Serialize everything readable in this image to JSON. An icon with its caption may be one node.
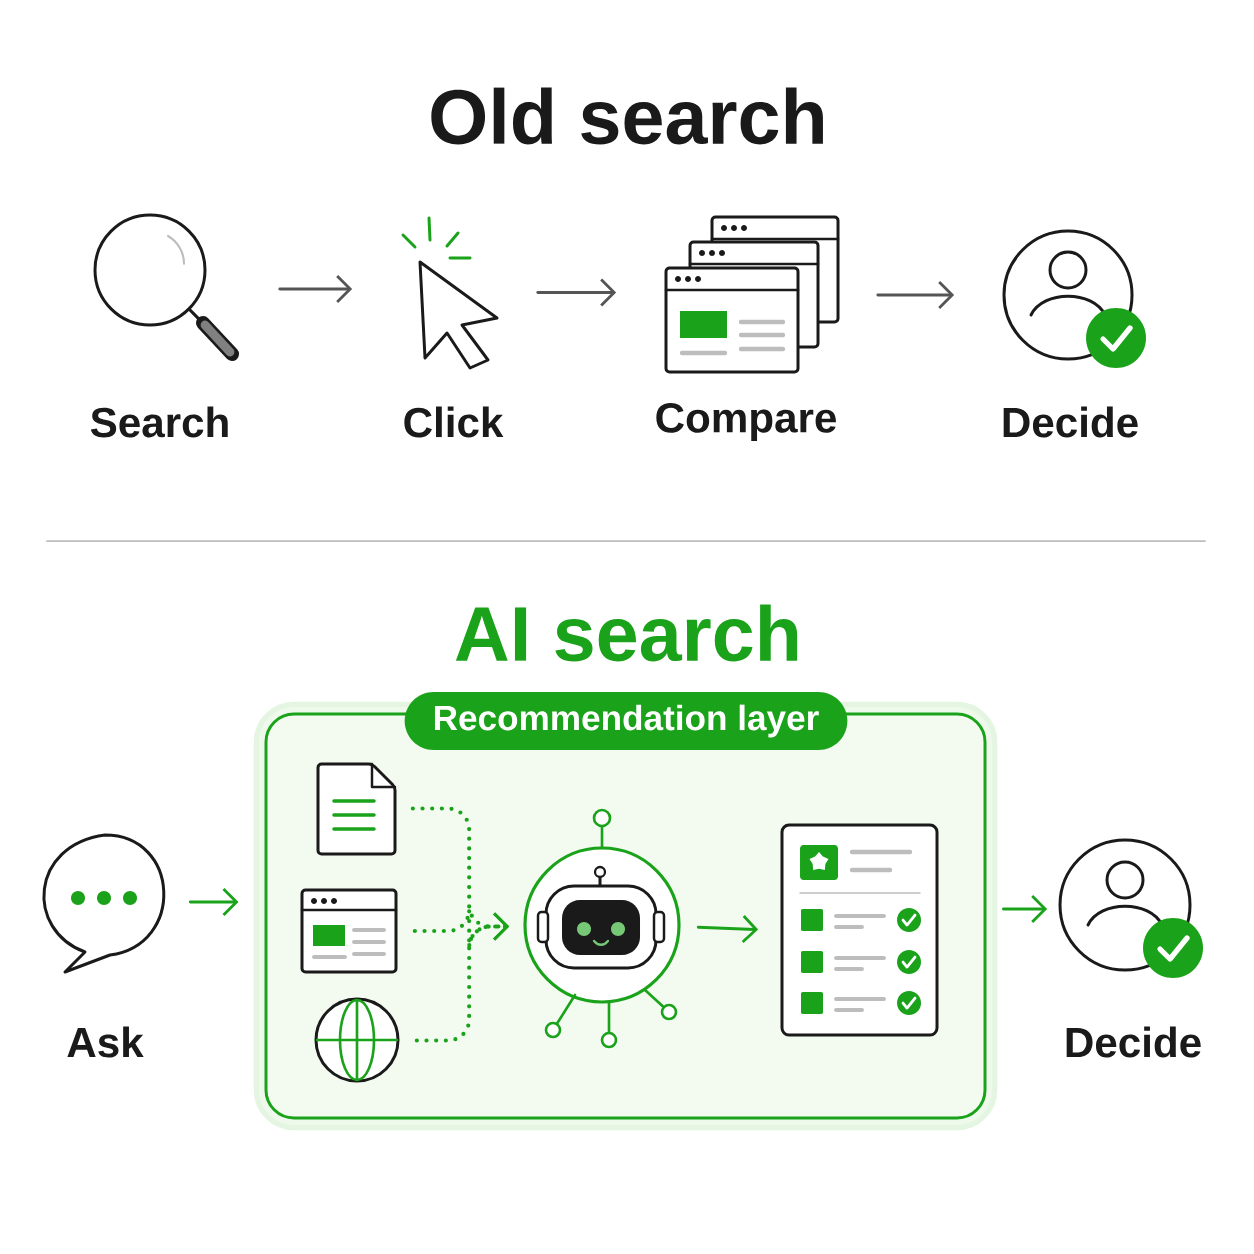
{
  "diagram": {
    "nodes": [
      {
        "text": [
          "Search"
        ]
      },
      {
        "text": [
          "Click"
        ]
      },
      {
        "text": [
          "Compare"
        ]
      },
      {
        "text": [
          "Decide"
        ]
      },
      {
        "text": [
          "Ask"
        ]
      },
      {
        "text": [
          "Recommendation layer"
        ]
      },
      {
        "text": [],
        "shape": "document",
        "in": 5
      },
      {
        "text": [],
        "shape": "window",
        "in": 5
      },
      {
        "text": [],
        "shape": "globe",
        "in": 5
      },
      {
        "text": [],
        "shape": "robot",
        "in": 5
      },
      {
        "text": [],
        "shape": "list",
        "in": 5
      },
      {
        "text": [
          "Decide"
        ]
      }
    ],
    "edges": [
      {
        "from": 0,
        "to": 1,
        "arrow": "to",
        "color": "#555555"
      },
      {
        "from": 1,
        "to": 2,
        "arrow": "to",
        "color": "#555555"
      },
      {
        "from": 2,
        "to": 3,
        "arrow": "to",
        "color": "#555555"
      },
      {
        "from": 4,
        "to": 5,
        "arrow": "to"
      },
      {
        "from": 6,
        "to": 9,
        "arrow": "to",
        "style": "dashed"
      },
      {
        "from": 7,
        "to": 9,
        "arrow": "to",
        "style": "dashed"
      },
      {
        "from": 8,
        "to": 9,
        "arrow": "to",
        "style": "dashed"
      },
      {
        "from": 9,
        "to": 10,
        "arrow": "to"
      },
      {
        "from": 5,
        "to": 11,
        "arrow": "to"
      }
    ],
    "labels": [
      "Old search",
      "AI search"
    ]
  }
}
